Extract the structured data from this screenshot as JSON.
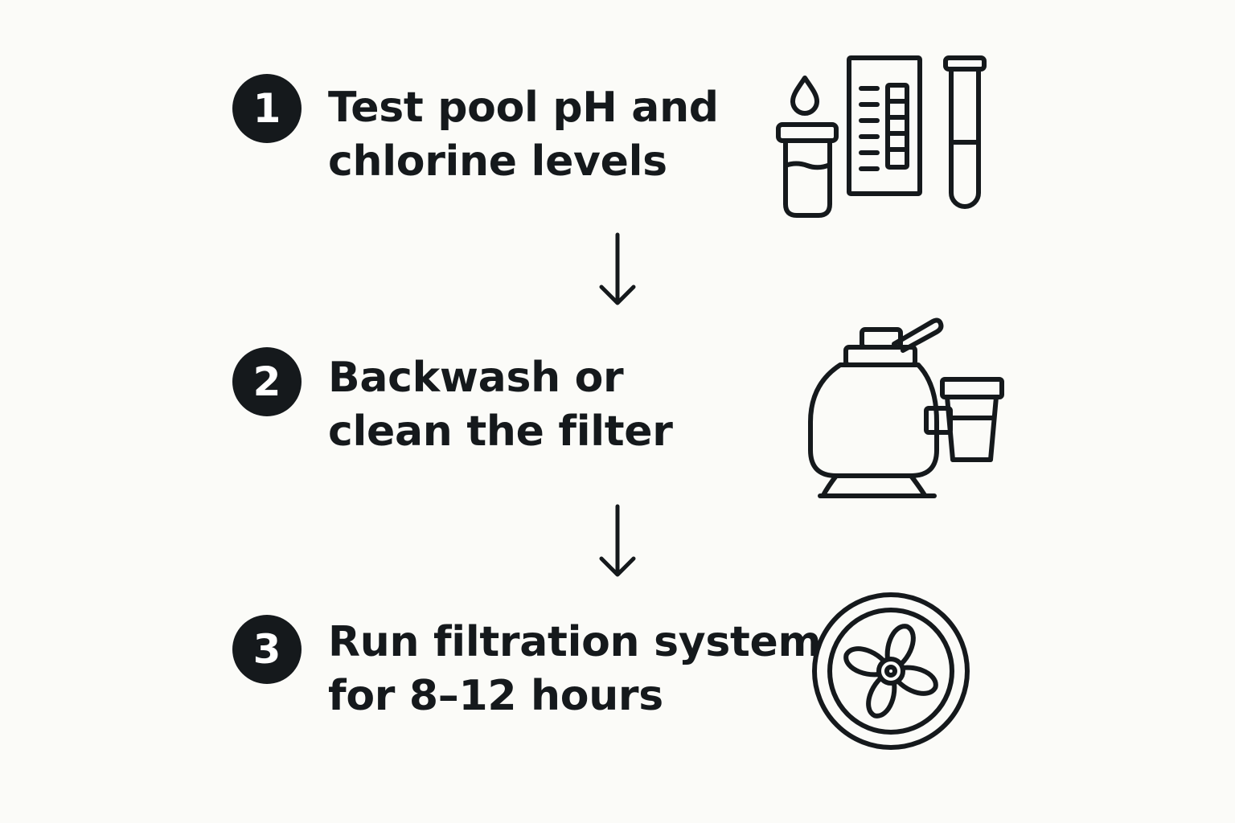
{
  "steps": [
    {
      "number": "1",
      "line1": "Test pool pH and",
      "line2": "chlorine levels",
      "icon": "water-test-kit-icon"
    },
    {
      "number": "2",
      "line1": "Backwash or",
      "line2": "clean the filter",
      "icon": "sand-filter-icon"
    },
    {
      "number": "3",
      "line1": "Run filtration system",
      "line2": "for 8–12 hours",
      "icon": "pump-fan-icon"
    }
  ],
  "colors": {
    "background": "#fbfbf8",
    "ink": "#15191c"
  }
}
